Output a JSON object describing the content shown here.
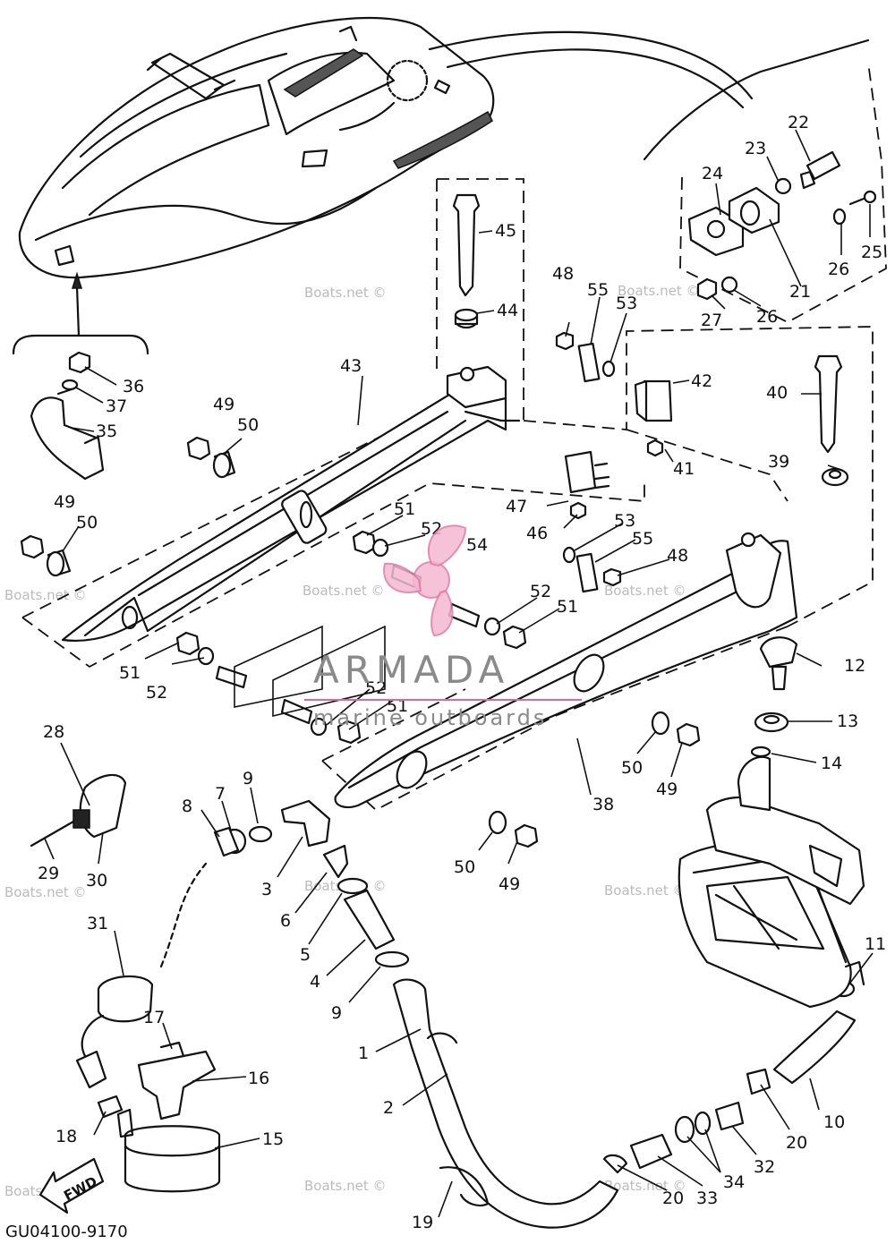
{
  "diagram_code": "GU04100-9170",
  "watermark": "Boats.net ©",
  "brand": {
    "name": "ARMADA",
    "tagline": "marine outboards"
  },
  "fwd_label": "FWD",
  "callouts": [
    "1",
    "2",
    "3",
    "4",
    "5",
    "6",
    "7",
    "8",
    "9",
    "10",
    "11",
    "12",
    "13",
    "14",
    "15",
    "16",
    "17",
    "18",
    "19",
    "20",
    "21",
    "22",
    "23",
    "24",
    "25",
    "26",
    "27",
    "28",
    "29",
    "30",
    "31",
    "32",
    "33",
    "34",
    "35",
    "36",
    "37",
    "38",
    "39",
    "40",
    "41",
    "42",
    "43",
    "44",
    "45",
    "46",
    "47",
    "48",
    "49",
    "50",
    "51",
    "52",
    "53",
    "54",
    "55"
  ]
}
